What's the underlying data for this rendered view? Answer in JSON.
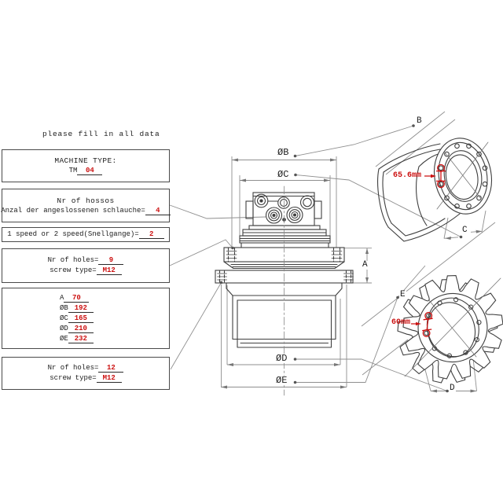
{
  "title": "please fill in all data",
  "form": {
    "machine_type": {
      "heading": "MACHINE TYPE:",
      "prefix": "TM",
      "value": "04"
    },
    "hoses": {
      "heading": "Nr of hossos",
      "label": "Anzal der angeslossenen schlauche=",
      "value": "4"
    },
    "speed": {
      "label": "1 speed or 2 speed(Snellgange)=",
      "value": "2"
    },
    "motor_flange": {
      "holes_label": "Nr of holes=",
      "holes_value": "9",
      "screw_label": "screw type=",
      "screw_value": "M12"
    },
    "dims": {
      "rows": [
        {
          "label": "A",
          "value": "70"
        },
        {
          "label": "ØB",
          "value": "192"
        },
        {
          "label": "ØC",
          "value": "165"
        },
        {
          "label": "ØD",
          "value": "210"
        },
        {
          "label": "ØE",
          "value": "232"
        }
      ]
    },
    "sprocket_flange": {
      "holes_label": "Nr of holes=",
      "holes_value": "12",
      "screw_label": "screw type=",
      "screw_value": "M12"
    }
  },
  "drawing": {
    "labels": {
      "dia_b": "ØB",
      "dia_c": "ØC",
      "dia_d": "ØD",
      "dia_e": "ØE",
      "a": "A",
      "b": "B",
      "c": "C",
      "d": "D",
      "e": "E"
    },
    "measure_housing": "65.6mm",
    "measure_sprocket": "60mm"
  },
  "colors": {
    "accent_red": "#cc1111",
    "line": "#3f3f3f"
  }
}
